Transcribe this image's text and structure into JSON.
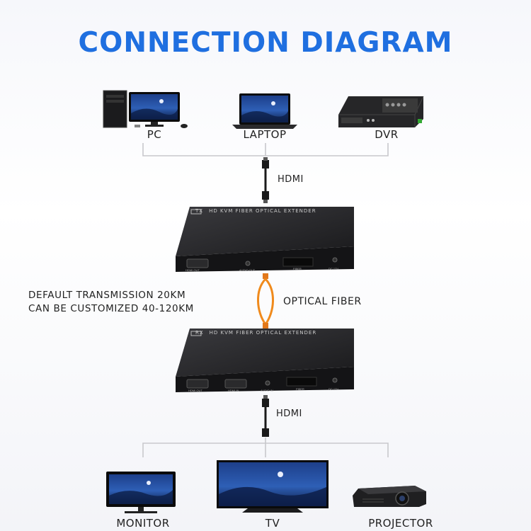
{
  "title": "CONNECTION DIAGRAM",
  "sources": [
    {
      "label": "PC",
      "icon": "pc-icon"
    },
    {
      "label": "LAPTOP",
      "icon": "laptop-icon"
    },
    {
      "label": "DVR",
      "icon": "dvr-icon"
    }
  ],
  "cable_top": "HDMI",
  "transmitter": {
    "name": "HD KVM FIBER OPTICAL EXTENDER",
    "badge": "TX",
    "ports": [
      "HDMI OUT",
      "AUDIO OUT",
      "FIBER",
      "DC 12V"
    ]
  },
  "fiber_label": "OPTICAL FIBER",
  "notes": [
    "DEFAULT TRANSMISSION 20KM",
    "CAN BE CUSTOMIZED 40-120KM"
  ],
  "receiver": {
    "name": "HD KVM FIBER OPTICAL EXTENDER",
    "badge": "RX",
    "ports": [
      "HDMI OUT",
      "HDMI IN",
      "AUDIO IN",
      "FIBER",
      "DC 12V"
    ]
  },
  "cable_bottom": "HDMI",
  "displays": [
    {
      "label": "MONITOR",
      "icon": "monitor-icon"
    },
    {
      "label": "TV",
      "icon": "tv-icon"
    },
    {
      "label": "PROJECTOR",
      "icon": "projector-icon"
    }
  ],
  "colors": {
    "title": "#1f6fe0",
    "fiber": "#f08a1c",
    "device": "#1c1c1e"
  }
}
